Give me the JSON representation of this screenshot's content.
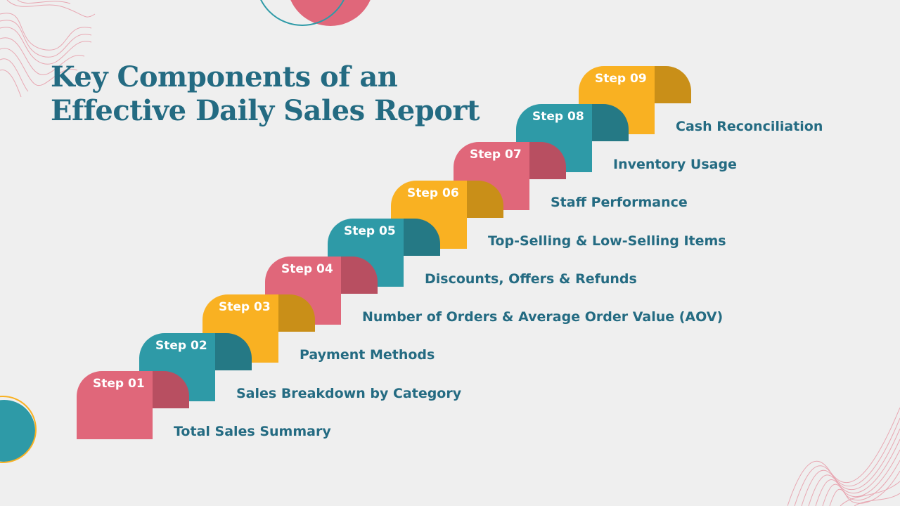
{
  "title": {
    "line1": "Key Components of an",
    "line2": "Effective Daily Sales Report"
  },
  "colors": {
    "title": "#246b82",
    "pink": "#e0677a",
    "pink_dark": "#b84f61",
    "teal": "#2e9aa7",
    "teal_dark": "#257985",
    "yellow": "#f9b122",
    "yellow_dark": "#c98f18",
    "background": "#efefef"
  },
  "steps": [
    {
      "label": "Step 01",
      "description": "Total Sales Summary",
      "color": "pink"
    },
    {
      "label": "Step 02",
      "description": "Sales Breakdown by Category",
      "color": "teal"
    },
    {
      "label": "Step 03",
      "description": "Payment Methods",
      "color": "yellow"
    },
    {
      "label": "Step 04",
      "description": "Number of Orders & Average Order Value (AOV)",
      "color": "pink"
    },
    {
      "label": "Step 05",
      "description": "Discounts, Offers & Refunds",
      "color": "teal"
    },
    {
      "label": "Step 06",
      "description": "Top-Selling & Low-Selling Items",
      "color": "yellow"
    },
    {
      "label": "Step 07",
      "description": "Staff Performance",
      "color": "pink"
    },
    {
      "label": "Step 08",
      "description": "Inventory Usage",
      "color": "teal"
    },
    {
      "label": "Step 09",
      "description": "Cash Reconciliation",
      "color": "yellow"
    }
  ]
}
